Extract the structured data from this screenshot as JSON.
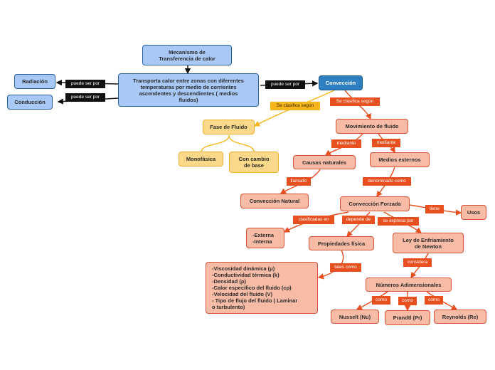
{
  "nodes": {
    "root": "Mecanismo de\nTransferencia de calor",
    "description": "Transporta calor entre zonas con diferentes\ntemperaturas por medio de corrientes\nascendentes y descendientes ( medios\nfluidos)",
    "radiacion": "Radiación",
    "conduccion": "Conducción",
    "conveccion": "Convección",
    "fase_fluido": "Fase de Fluido",
    "monofasica": "Monofásica",
    "cambio_base": "Con cambio\nde base",
    "movimiento": "Movimiento de fluido",
    "causas_naturales": "Causas naturales",
    "medios_externos": "Medios externos",
    "conveccion_natural": "Convección Natural",
    "conveccion_forzada": "Convección Forzada",
    "usos": "Usos",
    "externa_interna": "-Externa\n-Interna",
    "propiedades": "Propiedades física",
    "ley_enfriamiento": "Ley de Enfriamiento\nde Newton",
    "lista_propiedades": "-Viscosidad dinámica (μ)\n-Conductividad térmica (k)\n-Densidad (ρ)\n-Calor específico del fluido (cp)\n-Velocidad del fluido (V)\n- Tipo de flujo del fluido ( Laminar\no turbulento)",
    "numeros_adim": "Números Adimensionales",
    "nusselt": "Nusselt (Nu)",
    "prandtl": "Prandtl (Pr)",
    "reynolds": "Reynolds (Re)"
  },
  "labels": {
    "puede_radiacion": "puede ser por",
    "puede_conduccion": "puede ser por",
    "puede_conveccion": "puede ser por",
    "clasifica_segun_fase": "Se clasifica según",
    "clasifica_segun_mov": "Se clasifica según",
    "mediante_1": "mediante",
    "mediante_2": "mediante",
    "llamado": "llamado",
    "denominado": "denominado como",
    "tiene": "tiene",
    "clasificadas_en": "clasificadas en",
    "depende_de": "depende de",
    "se_expresa": "se expresa por",
    "tales_como": "tales como",
    "considera": "considera",
    "como_1": "como",
    "como_2": "como",
    "como_3": "como"
  },
  "colors": {
    "blue_fill": "#a8c8f5",
    "blue_border": "#2d5f9c",
    "convection_fill": "#2e7fc1",
    "yellow_fill": "#fcd98a",
    "yellow_line": "#f7b51c",
    "salmon_fill": "#f7bba6",
    "salmon_border": "#d9533a",
    "red_line": "#e8501f"
  }
}
